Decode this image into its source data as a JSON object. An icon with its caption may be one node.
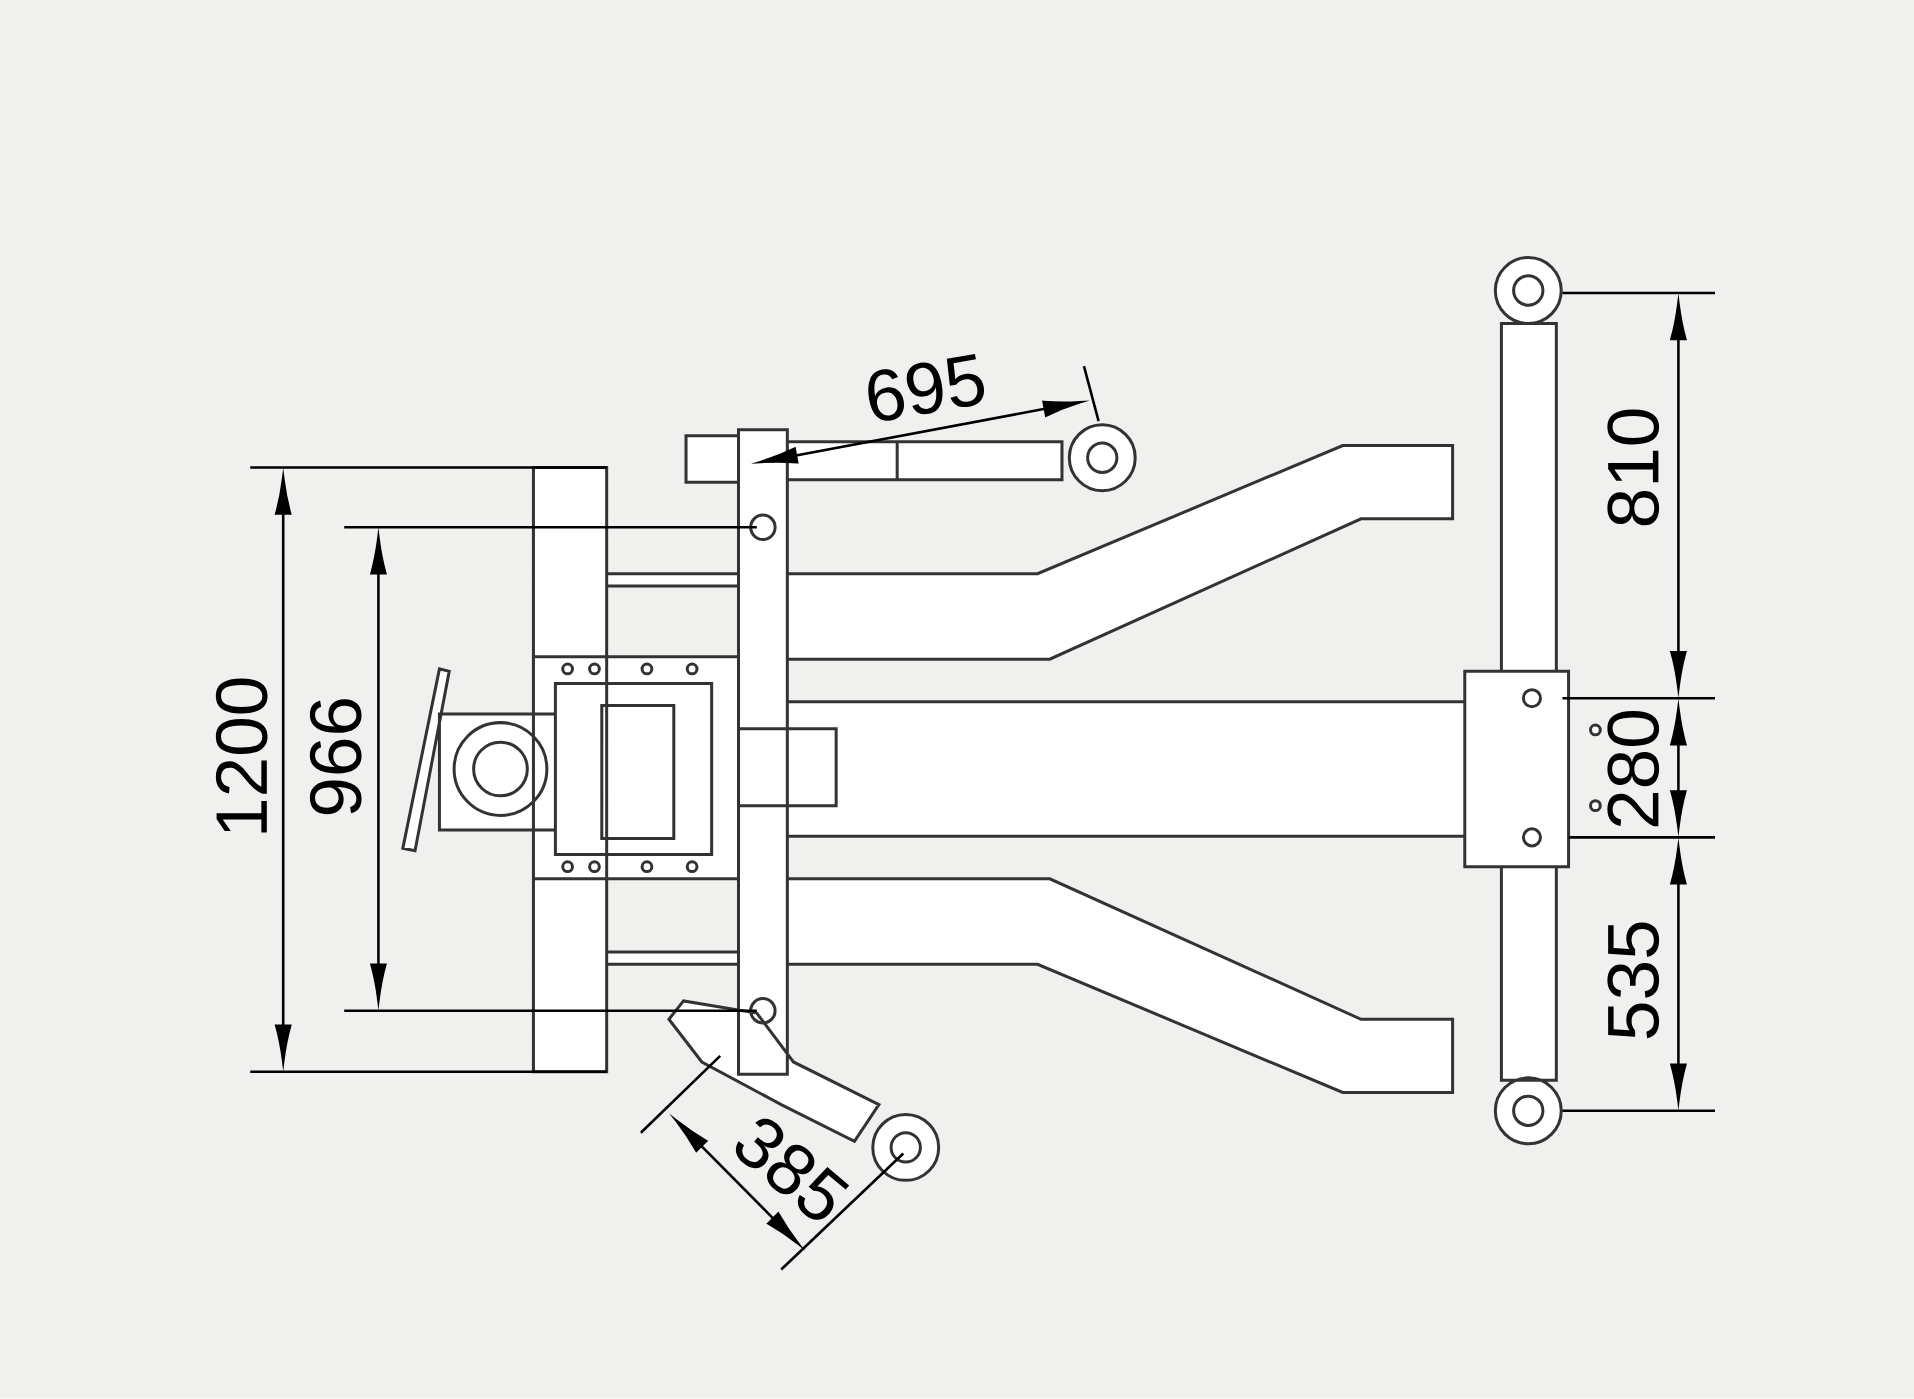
{
  "diagram": {
    "labels": [
      "695",
      "810",
      "1200",
      "966",
      "280",
      "535",
      "385"
    ]
  }
}
